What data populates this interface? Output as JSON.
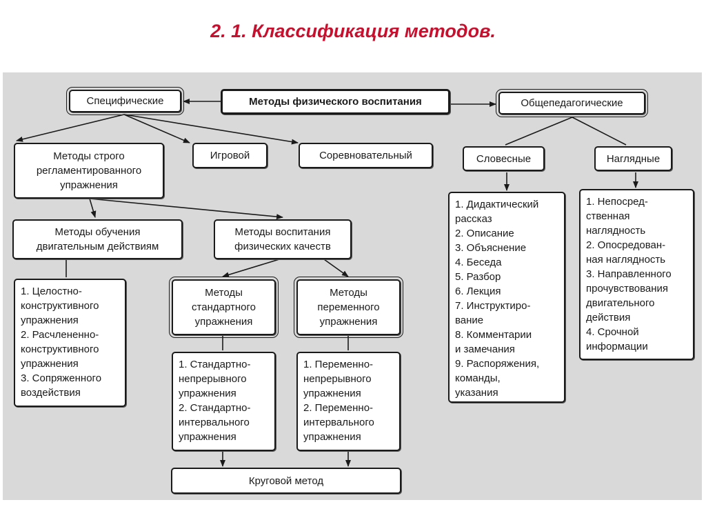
{
  "title": "2. 1. Классификация методов.",
  "nodes": {
    "root": "Методы физического воспитания",
    "specific": "Специфические",
    "general": "Общепедагогические",
    "strict": [
      "Методы строго",
      "регламентированного",
      "упражнения"
    ],
    "game": "Игровой",
    "competitive": "Соревновательный",
    "verbal": "Словесные",
    "visual": "Наглядные",
    "teaching": [
      "Методы обучения",
      "двигательным действиям"
    ],
    "qualities": [
      "Методы воспитания",
      "физических качеств"
    ],
    "standard": [
      "Методы",
      "стандартного",
      "упражнения"
    ],
    "variable": [
      "Методы",
      "переменного",
      "упражнения"
    ],
    "circuit": "Круговой метод"
  },
  "lists": {
    "teaching_list": [
      "1. Целостно-",
      "конструктивного",
      "упражнения",
      "2. Расчлененно-",
      "конструктивного",
      "упражнения",
      "3. Сопряженного",
      "воздействия"
    ],
    "standard_list": [
      "1. Стандартно-",
      "непрерывного",
      "упражнения",
      "2. Стандартно-",
      "интервального",
      "упражнения"
    ],
    "variable_list": [
      "1. Переменно-",
      "непрерывного",
      "упражнения",
      "2. Переменно-",
      "интервального",
      "упражнения"
    ],
    "verbal_list": [
      "1. Дидактический",
      "рассказ",
      "2. Описание",
      "3. Объяснение",
      "4. Беседа",
      "5. Разбор",
      "6. Лекция",
      "7. Инструктиро-",
      "вание",
      "8. Комментарии",
      "и замечания",
      "9. Распоряжения,",
      "команды,",
      "указания"
    ],
    "visual_list": [
      "1. Непосред-",
      "ственная",
      "наглядность",
      "2. Опосредован-",
      "ная наглядность",
      "3. Направленного",
      "прочувствования",
      "двигательного",
      "действия",
      "4. Срочной",
      "информации"
    ]
  }
}
